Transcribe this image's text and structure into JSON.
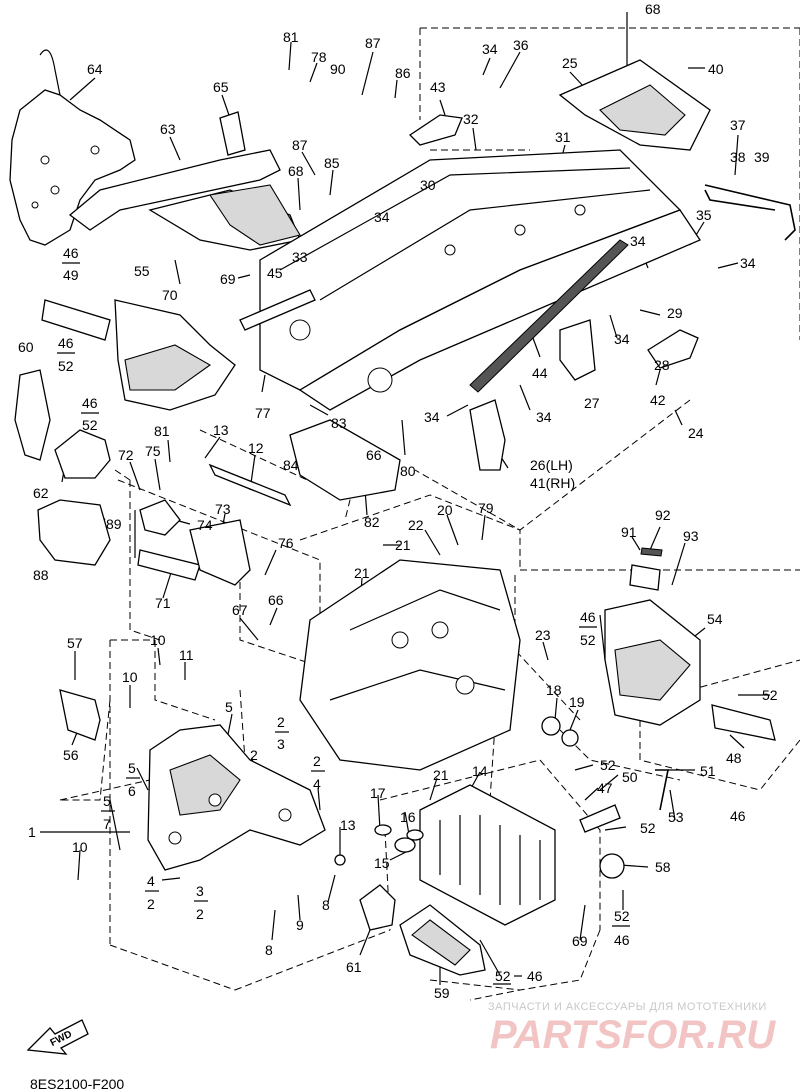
{
  "diagram_code": "8ES2100-F200",
  "watermark": {
    "caption": "ЗАПЧАСТИ И АКСЕССУАРЫ ДЛЯ МОТОТЕХНИКИ",
    "brand": "PARTSFOR.RU"
  },
  "fwd_label": "FWD",
  "part_labels": {
    "p68a": "68",
    "p81a": "81",
    "p87a": "87",
    "p78": "78",
    "p90": "90",
    "p86": "86",
    "p34a": "34",
    "p36": "36",
    "p25": "25",
    "p40": "40",
    "p64": "64",
    "p65": "65",
    "p43": "43",
    "p32": "32",
    "p63": "63",
    "p87b": "87",
    "p31": "31",
    "p37": "37",
    "p38": "38",
    "p39": "39",
    "p68b": "68",
    "p85": "85",
    "p30": "30",
    "p34b": "34",
    "p35": "35",
    "p34c": "34",
    "p34d": "34",
    "p46a": "46",
    "p49": "49",
    "p55": "55",
    "p70": "70",
    "p69a": "69",
    "p45": "45",
    "p33": "33",
    "p29": "29",
    "p60": "60",
    "p46b": "46",
    "p52a": "52",
    "p34e": "34",
    "p28": "28",
    "p44": "44",
    "p27": "27",
    "p46c": "46",
    "p52b": "52",
    "p77": "77",
    "p83": "83",
    "p34f": "34",
    "p34g": "34",
    "p42": "42",
    "p24": "24",
    "p13a": "13",
    "p81b": "81",
    "p12": "12",
    "p62": "62",
    "p72": "72",
    "p75": "75",
    "p84": "84",
    "p66a": "66",
    "p80": "80",
    "p26lh": "26(LH)",
    "p41rh": "41(RH)",
    "p89": "89",
    "p73": "73",
    "p74": "74",
    "p82": "82",
    "p20": "20",
    "p79": "79",
    "p91": "91",
    "p92": "92",
    "p88": "88",
    "p76": "76",
    "p22": "22",
    "p21a": "21",
    "p93": "93",
    "p71": "71",
    "p21b": "21",
    "p46d": "46",
    "p52c": "52",
    "p54": "54",
    "p67": "67",
    "p66b": "66",
    "p57": "57",
    "p23": "23",
    "p10a": "10",
    "p11": "11",
    "p10b": "10",
    "p18": "18",
    "p19": "19",
    "p52d": "52",
    "p5a": "5",
    "p48": "48",
    "p56": "56",
    "p2a": "2",
    "p3a": "3",
    "p2b": "2",
    "p52e": "52",
    "p50": "50",
    "p51": "51",
    "p5b": "5",
    "p6": "6",
    "p21c": "21",
    "p14": "14",
    "p47": "47",
    "p4a": "4",
    "p2c": "2",
    "p17": "17",
    "p5c": "5",
    "p7": "7",
    "p1": "1",
    "p13b": "13",
    "p16": "16",
    "p53": "53",
    "p52f": "52",
    "p46e": "46",
    "p10c": "10",
    "p15": "15",
    "p58": "58",
    "p8a": "8",
    "p4b": "4",
    "p2d": "2",
    "p3b": "3",
    "p2e": "2",
    "p9": "9",
    "p69b": "69",
    "p52g": "52",
    "p46f": "46",
    "p8b": "8",
    "p61": "61",
    "p52h": "52",
    "p46g": "46",
    "p59": "59"
  }
}
